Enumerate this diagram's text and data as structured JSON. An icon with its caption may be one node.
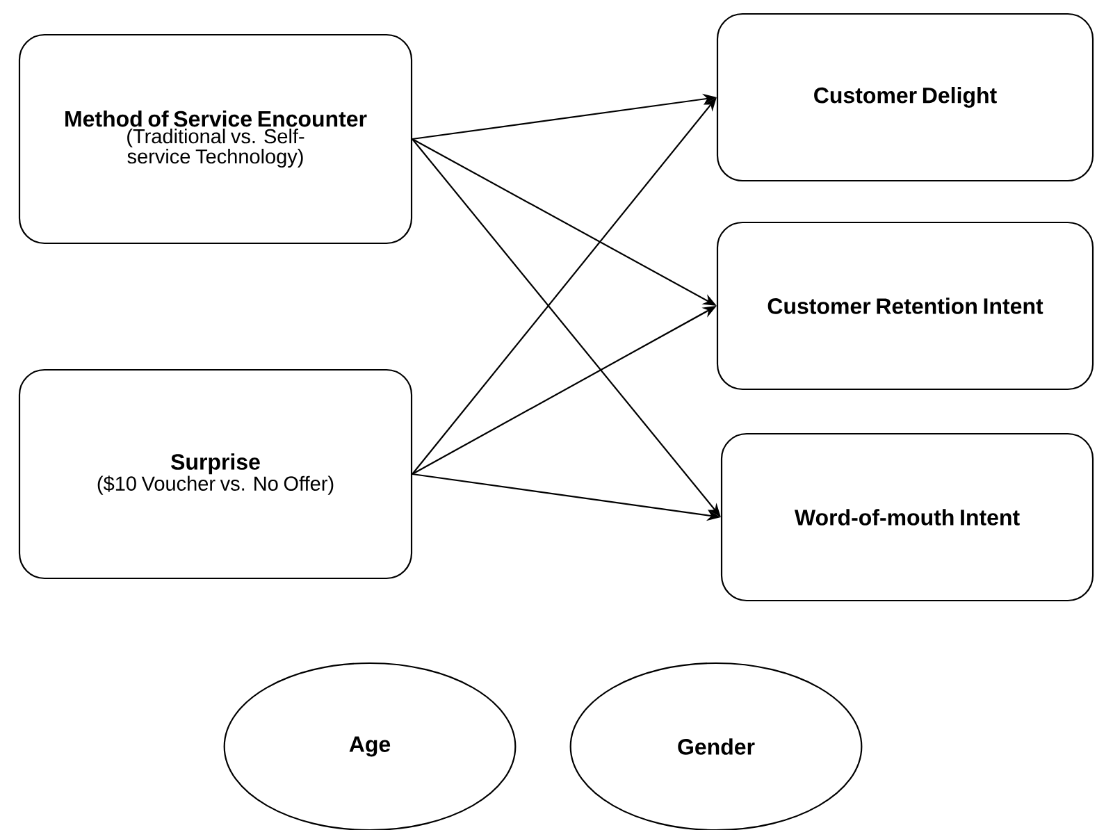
{
  "diagram": {
    "nodes": [
      {
        "text": [
          "Method of Service Encounter",
          "(Traditional vs. Self-service Technology)"
        ]
      },
      {
        "text": [
          "Surprise",
          "($10 Voucher vs. No Offer)"
        ]
      },
      {
        "text": [
          "Customer Delight"
        ]
      },
      {
        "text": [
          "Customer Retention Intent"
        ]
      },
      {
        "text": [
          "Word-of-mouth Intent"
        ]
      },
      {
        "text": [
          "Age"
        ]
      },
      {
        "text": [
          "Gender"
        ]
      }
    ],
    "edges": [
      {
        "from": 0,
        "to": 2,
        "arrow": "to"
      },
      {
        "from": 0,
        "to": 3,
        "arrow": "to"
      },
      {
        "from": 0,
        "to": 4,
        "arrow": "to"
      },
      {
        "from": 1,
        "to": 2,
        "arrow": "to"
      },
      {
        "from": 1,
        "to": 3,
        "arrow": "to"
      },
      {
        "from": 1,
        "to": 4,
        "arrow": "to"
      }
    ]
  }
}
